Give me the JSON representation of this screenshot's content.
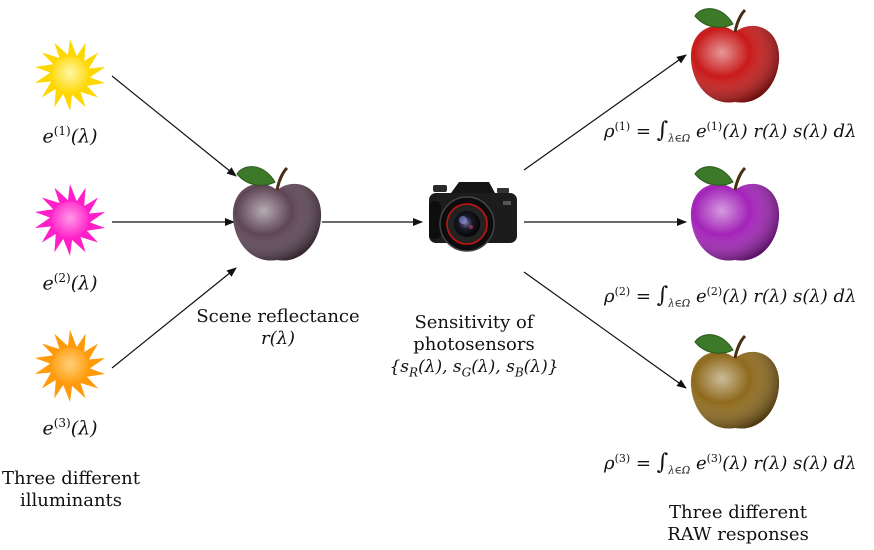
{
  "illuminants": [
    {
      "label_base": "e",
      "label_sup": "(1)",
      "label_tail": "(λ)",
      "color": "#FFD700"
    },
    {
      "label_base": "e",
      "label_sup": "(2)",
      "label_tail": "(λ)",
      "color": "#FF1FC8"
    },
    {
      "label_base": "e",
      "label_sup": "(3)",
      "label_tail": "(λ)",
      "color": "#FF9A0A"
    }
  ],
  "illuminants_caption": {
    "line1": "Three different",
    "line2": "illuminants"
  },
  "scene": {
    "line1": "Scene reflectance",
    "line2": "r(λ)",
    "apple_color": "#5e4656"
  },
  "camera": {
    "line1": "Sensitivity of",
    "line2": "photosensors",
    "set_open": "{",
    "r_base": "s",
    "r_sub": "R",
    "r_tail": "(λ), ",
    "g_base": "s",
    "g_sub": "G",
    "g_tail": "(λ), ",
    "b_base": "s",
    "b_sub": "B",
    "b_tail": "(λ)",
    "set_close": "}"
  },
  "responses": [
    {
      "rho": "ρ",
      "sup": "(1)",
      "eq": " = ",
      "int": "∫",
      "int_sub": "λ∈Ω",
      "e": " e",
      "e_sup": "(1)",
      "rest": "(λ) r(λ) s(λ) dλ",
      "apple_color": "#c81a1a"
    },
    {
      "rho": "ρ",
      "sup": "(2)",
      "eq": " = ",
      "int": "∫",
      "int_sub": "λ∈Ω",
      "e": " e",
      "e_sup": "(2)",
      "rest": "(λ) r(λ) s(λ) dλ",
      "apple_color": "#a323b8"
    },
    {
      "rho": "ρ",
      "sup": "(3)",
      "eq": " = ",
      "int": "∫",
      "int_sub": "λ∈Ω",
      "e": " e",
      "e_sup": "(3)",
      "rest": "(λ) r(λ) s(λ) dλ",
      "apple_color": "#8f6a1d"
    }
  ],
  "responses_caption": {
    "line1": "Three different",
    "line2": "RAW responses"
  }
}
